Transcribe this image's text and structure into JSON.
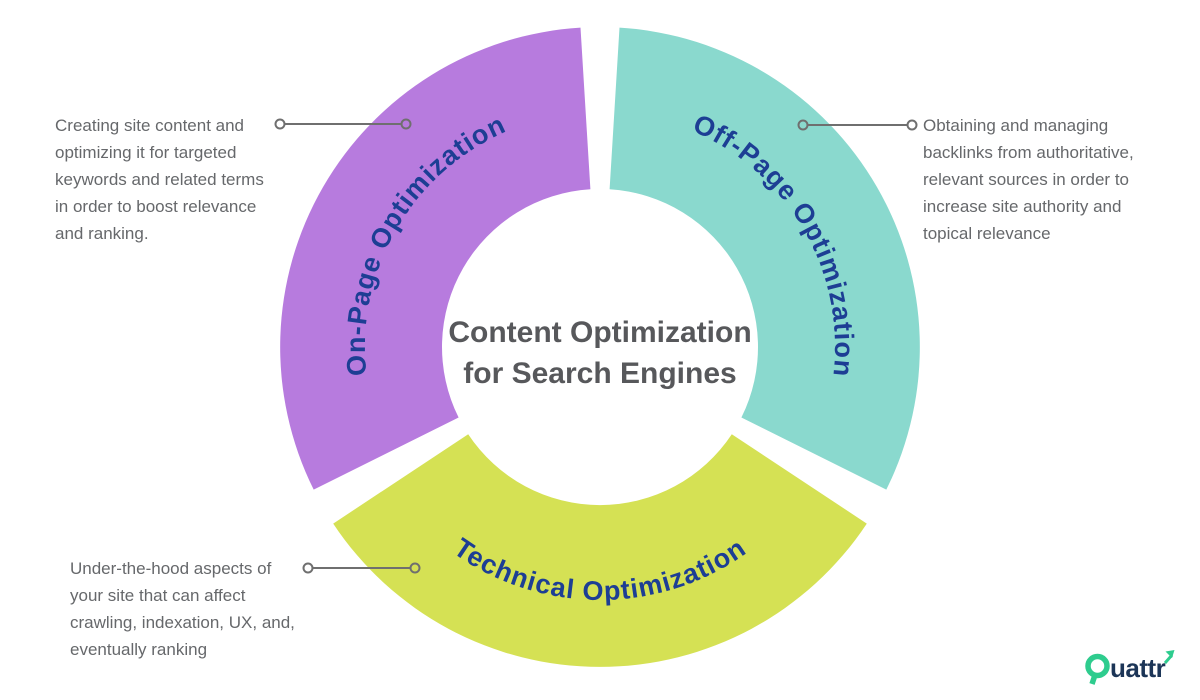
{
  "title": {
    "line1": "Content Optimization",
    "line2": "for Search Engines"
  },
  "segments": [
    {
      "id": "on-page",
      "label": "On-Page Optimization",
      "color": "#b77bde",
      "description": "Creating site content and optimizing it for targeted keywords and related terms in order to boost relevance and ranking."
    },
    {
      "id": "off-page",
      "label": "Off-Page Optimization",
      "color": "#8ad9ce",
      "description": "Obtaining and managing backlinks from authoritative, relevant sources in order to increase site authority and topical relevance"
    },
    {
      "id": "technical",
      "label": "Technical Optimization",
      "color": "#d5e154",
      "description": "Under-the-hood aspects of your site that can affect crawling, indexation, UX, and, eventually ranking"
    }
  ],
  "colors": {
    "label_navy": "#1d3e94",
    "center_text": "#57585b",
    "description_text": "#66686b",
    "connector": "#6f6f6f",
    "center_circle": "#ffffff",
    "logo_green": "#2ecc8e",
    "logo_navy": "#1c3557"
  },
  "logo": {
    "brand_name": "Quattr",
    "wordmark_text": "uattr"
  }
}
